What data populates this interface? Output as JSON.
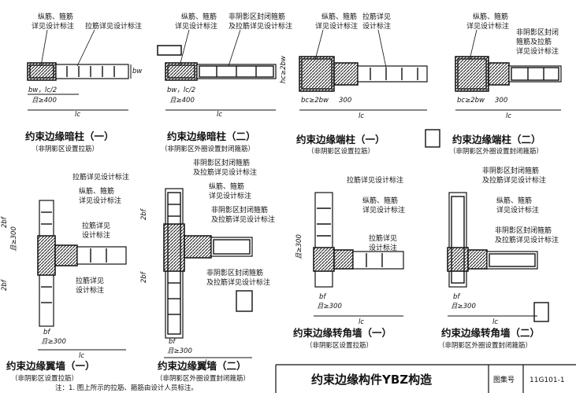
{
  "panels": [
    {
      "title": "约束边缘暗柱（一）",
      "subtitle": "（非阴影区设置拉筋）"
    },
    {
      "title": "约束边缘暗柱（二）",
      "subtitle": "（非阴影区外圈设置封闭箍筋）"
    },
    {
      "title": "约束边缘端柱（一）",
      "subtitle": "（非阴影区设置拉筋）"
    },
    {
      "title": "约束边缘端柱（二）",
      "subtitle": "（非阴影区外圈设置封闭箍筋）"
    },
    {
      "title": "约束边缘翼墙（一）",
      "subtitle": "（非阴影区设置拉筋）"
    },
    {
      "title": "约束边缘翼墙（二）",
      "subtitle": "（非阴影区外圈设置封闭箍筋）"
    },
    {
      "title": "约束边缘转角墙（一）",
      "subtitle": "（非阴影区设置拉筋）"
    },
    {
      "title": "约束边缘转角墙（二）",
      "subtitle": "（非阴影区外圈设置封闭箍筋）"
    }
  ],
  "labels": {
    "zongjin_l1": "纵筋、箍筋",
    "zongjin_l2": "详见设计标注",
    "lajin": "拉筋详见设计标注",
    "feiyin_l1": "非阴影区封闭箍筋",
    "feiyin_l2": "及拉筋详见设计标注",
    "feiyin3_l1": "非阴影区封闭",
    "feiyin3_l2": "箍筋及拉筋",
    "feiyin3_l3": "详见设计标注",
    "lajin_l1": "拉筋详见",
    "lajin_l2": "设计标注",
    "zongjin_short": "详见设计标注"
  },
  "dims": {
    "bw_lc2": "bw，lc/2",
    "ge400": "且≥400",
    "ge300": "且≥300",
    "lc": "lc",
    "bw": "bw",
    "bc_ge_2bw": "bc≥2bw",
    "hc_ge_2bw": "hc≥2bw",
    "n300": "300",
    "bf": "bf",
    "two_bf": "2bf",
    "two_bf2": "2bf",
    "ge300_vert": "且≥300"
  },
  "titleblock": {
    "main_title": "约束边缘构件YBZ构造",
    "atlas_label": "图集号",
    "atlas_no": "11G101-1"
  },
  "note": "注：1. 图上所示的拉筋、箍筋由设计人员标注。"
}
